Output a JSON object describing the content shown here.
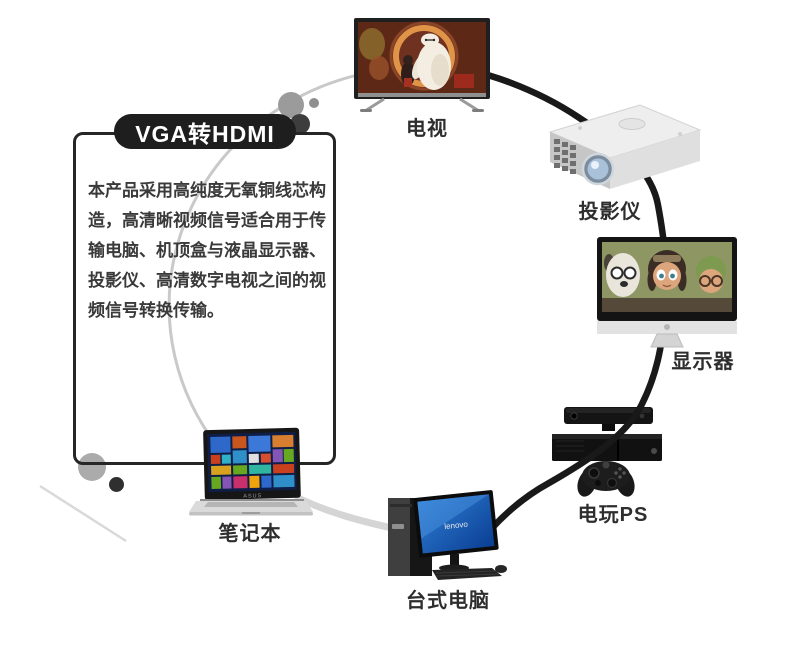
{
  "info_box": {
    "title": "VGA转HDMI",
    "body_lines": [
      "本产品采用高纯度无氧铜线芯构",
      "造，高清晰视频信号适合用于传",
      "输电脑、机顶盒与液晶显示器、",
      "投影仪、高清数字电视之间的视",
      "频信号转换传输。"
    ]
  },
  "devices": {
    "tv": {
      "label": "电视"
    },
    "projector": {
      "label": "投影仪"
    },
    "monitor": {
      "label": "显示器"
    },
    "game_console": {
      "label": "电玩PS"
    },
    "desktop": {
      "label": "台式电脑",
      "brand": "lenovo"
    },
    "laptop": {
      "label": "笔记本",
      "brand": "ASUS"
    }
  },
  "colors": {
    "cable_black": "#191919",
    "ring_gray": "#c9c9c9",
    "title_pill_bg": "#1e1e1e",
    "box_border": "#262626"
  }
}
